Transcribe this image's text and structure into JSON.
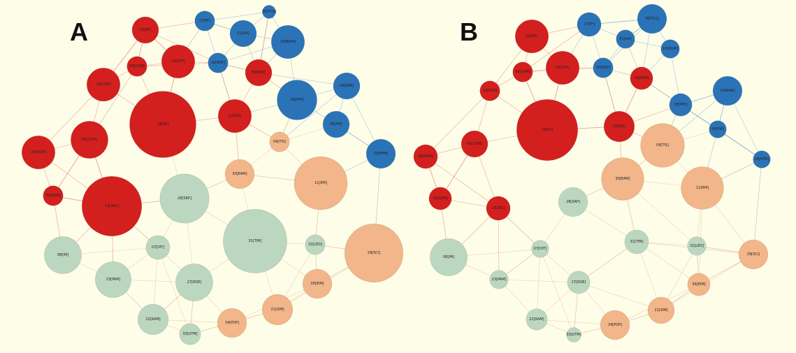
{
  "panels": [
    {
      "label": "A",
      "nodes": [
        {
          "id": "02[BP]",
          "group": "red",
          "size": 2
        },
        {
          "id": "17[FF]",
          "group": "blue",
          "size": 1.5
        },
        {
          "id": "36[TCG]",
          "group": "blue",
          "size": 1
        },
        {
          "id": "01[AA]",
          "group": "blue",
          "size": 2
        },
        {
          "id": "19[BGM]",
          "group": "blue",
          "size": 2.5
        },
        {
          "id": "08[CAM]",
          "group": "red",
          "size": 1.5
        },
        {
          "id": "04[CFP]",
          "group": "red",
          "size": 2.5
        },
        {
          "id": "16[BOP]",
          "group": "blue",
          "size": 1.5
        },
        {
          "id": "03[BFM]",
          "group": "red",
          "size": 2
        },
        {
          "id": "10[ODP]",
          "group": "red",
          "size": 2.5
        },
        {
          "id": "18[PPP]",
          "group": "blue",
          "size": 3
        },
        {
          "id": "24[BAR]",
          "group": "blue",
          "size": 2
        },
        {
          "id": "14[SP]",
          "group": "red",
          "size": 5
        },
        {
          "id": "12[SAI]",
          "group": "red",
          "size": 2.5
        },
        {
          "id": "05[CDM]",
          "group": "red",
          "size": 2.8
        },
        {
          "id": "09[TIS]",
          "group": "orange",
          "size": 1.5
        },
        {
          "id": "06[PM]",
          "group": "blue",
          "size": 2
        },
        {
          "id": "26[RDM]",
          "group": "red",
          "size": 2.5
        },
        {
          "id": "20[PPM]",
          "group": "blue",
          "size": 2.2
        },
        {
          "id": "30[EAM]",
          "group": "orange",
          "size": 2.2
        },
        {
          "id": "11[RM]",
          "group": "orange",
          "size": 4
        },
        {
          "id": "35[SUM]",
          "group": "red",
          "size": 1.5
        },
        {
          "id": "13[SRC]",
          "group": "red",
          "size": 4.5
        },
        {
          "id": "28[SRP]",
          "group": "green",
          "size": 3.7
        },
        {
          "id": "31[TIM]",
          "group": "green",
          "size": 4.8
        },
        {
          "id": "29[SCI]",
          "group": "orange",
          "size": 4.4
        },
        {
          "id": "32[LED]",
          "group": "green",
          "size": 1.5
        },
        {
          "id": "08[IM]",
          "group": "green",
          "size": 2.8
        },
        {
          "id": "07[DIT]",
          "group": "green",
          "size": 1.8
        },
        {
          "id": "23[PAM]",
          "group": "green",
          "size": 2.7
        },
        {
          "id": "27[RDE]",
          "group": "green",
          "size": 2.8
        },
        {
          "id": "36[EIM]",
          "group": "orange",
          "size": 2.2
        },
        {
          "id": "21[SIM]",
          "group": "orange",
          "size": 2.3
        },
        {
          "id": "22[KAM]",
          "group": "green",
          "size": 2.3
        },
        {
          "id": "34[PDP]",
          "group": "orange",
          "size": 2.2
        },
        {
          "id": "33[UTM]",
          "group": "green",
          "size": 1.6
        }
      ]
    },
    {
      "label": "B",
      "nodes": [
        {
          "id": "02[BP]",
          "group": "red",
          "size": 2.5
        },
        {
          "id": "17[FF]",
          "group": "blue",
          "size": 1.8
        },
        {
          "id": "36[TCG]",
          "group": "blue",
          "size": 2.2
        },
        {
          "id": "01[AA]",
          "group": "blue",
          "size": 1.4
        },
        {
          "id": "19[BGM]",
          "group": "blue",
          "size": 1.4
        },
        {
          "id": "08[CAM]",
          "group": "red",
          "size": 1.5
        },
        {
          "id": "04[CFP]",
          "group": "red",
          "size": 2.5
        },
        {
          "id": "16[BOP]",
          "group": "blue",
          "size": 1.5
        },
        {
          "id": "03[BFM]",
          "group": "red",
          "size": 1.7
        },
        {
          "id": "10[ODP]",
          "group": "red",
          "size": 1.5
        },
        {
          "id": "18[PPP]",
          "group": "blue",
          "size": 1.7
        },
        {
          "id": "24[BAR]",
          "group": "blue",
          "size": 2.2
        },
        {
          "id": "14[SP]",
          "group": "red",
          "size": 4.6
        },
        {
          "id": "12[SAI]",
          "group": "red",
          "size": 2.3
        },
        {
          "id": "05[CDM]",
          "group": "red",
          "size": 2
        },
        {
          "id": "09[TIS]",
          "group": "orange",
          "size": 3.3
        },
        {
          "id": "06[PM]",
          "group": "blue",
          "size": 1.3
        },
        {
          "id": "26[RDM]",
          "group": "red",
          "size": 1.8
        },
        {
          "id": "20[PPM]",
          "group": "blue",
          "size": 1.3
        },
        {
          "id": "30[EAM]",
          "group": "orange",
          "size": 3.2
        },
        {
          "id": "11[RM]",
          "group": "orange",
          "size": 3.2
        },
        {
          "id": "35[SUM]",
          "group": "red",
          "size": 1.7
        },
        {
          "id": "13[SRC]",
          "group": "red",
          "size": 1.8
        },
        {
          "id": "28[SRP]",
          "group": "green",
          "size": 2.2
        },
        {
          "id": "31[TIM]",
          "group": "green",
          "size": 1.8
        },
        {
          "id": "29[SCI]",
          "group": "orange",
          "size": 2.2
        },
        {
          "id": "32[LED]",
          "group": "green",
          "size": 1.4
        },
        {
          "id": "08[IM]",
          "group": "green",
          "size": 2.8
        },
        {
          "id": "07[DIT]",
          "group": "green",
          "size": 1.3
        },
        {
          "id": "23[PAM]",
          "group": "green",
          "size": 1.4
        },
        {
          "id": "27[RDE]",
          "group": "green",
          "size": 1.7
        },
        {
          "id": "36[EIM]",
          "group": "orange",
          "size": 1.7
        },
        {
          "id": "21[SIM]",
          "group": "orange",
          "size": 2
        },
        {
          "id": "22[KAM]",
          "group": "green",
          "size": 1.6
        },
        {
          "id": "34[PDP]",
          "group": "orange",
          "size": 2.2
        },
        {
          "id": "33[UTM]",
          "group": "green",
          "size": 1.1
        }
      ]
    }
  ],
  "colors": {
    "red": "#d41f1f",
    "blue": "#2b73b7",
    "orange": "#f2b68a",
    "green": "#bcd7bf",
    "background": "#fefee8"
  }
}
